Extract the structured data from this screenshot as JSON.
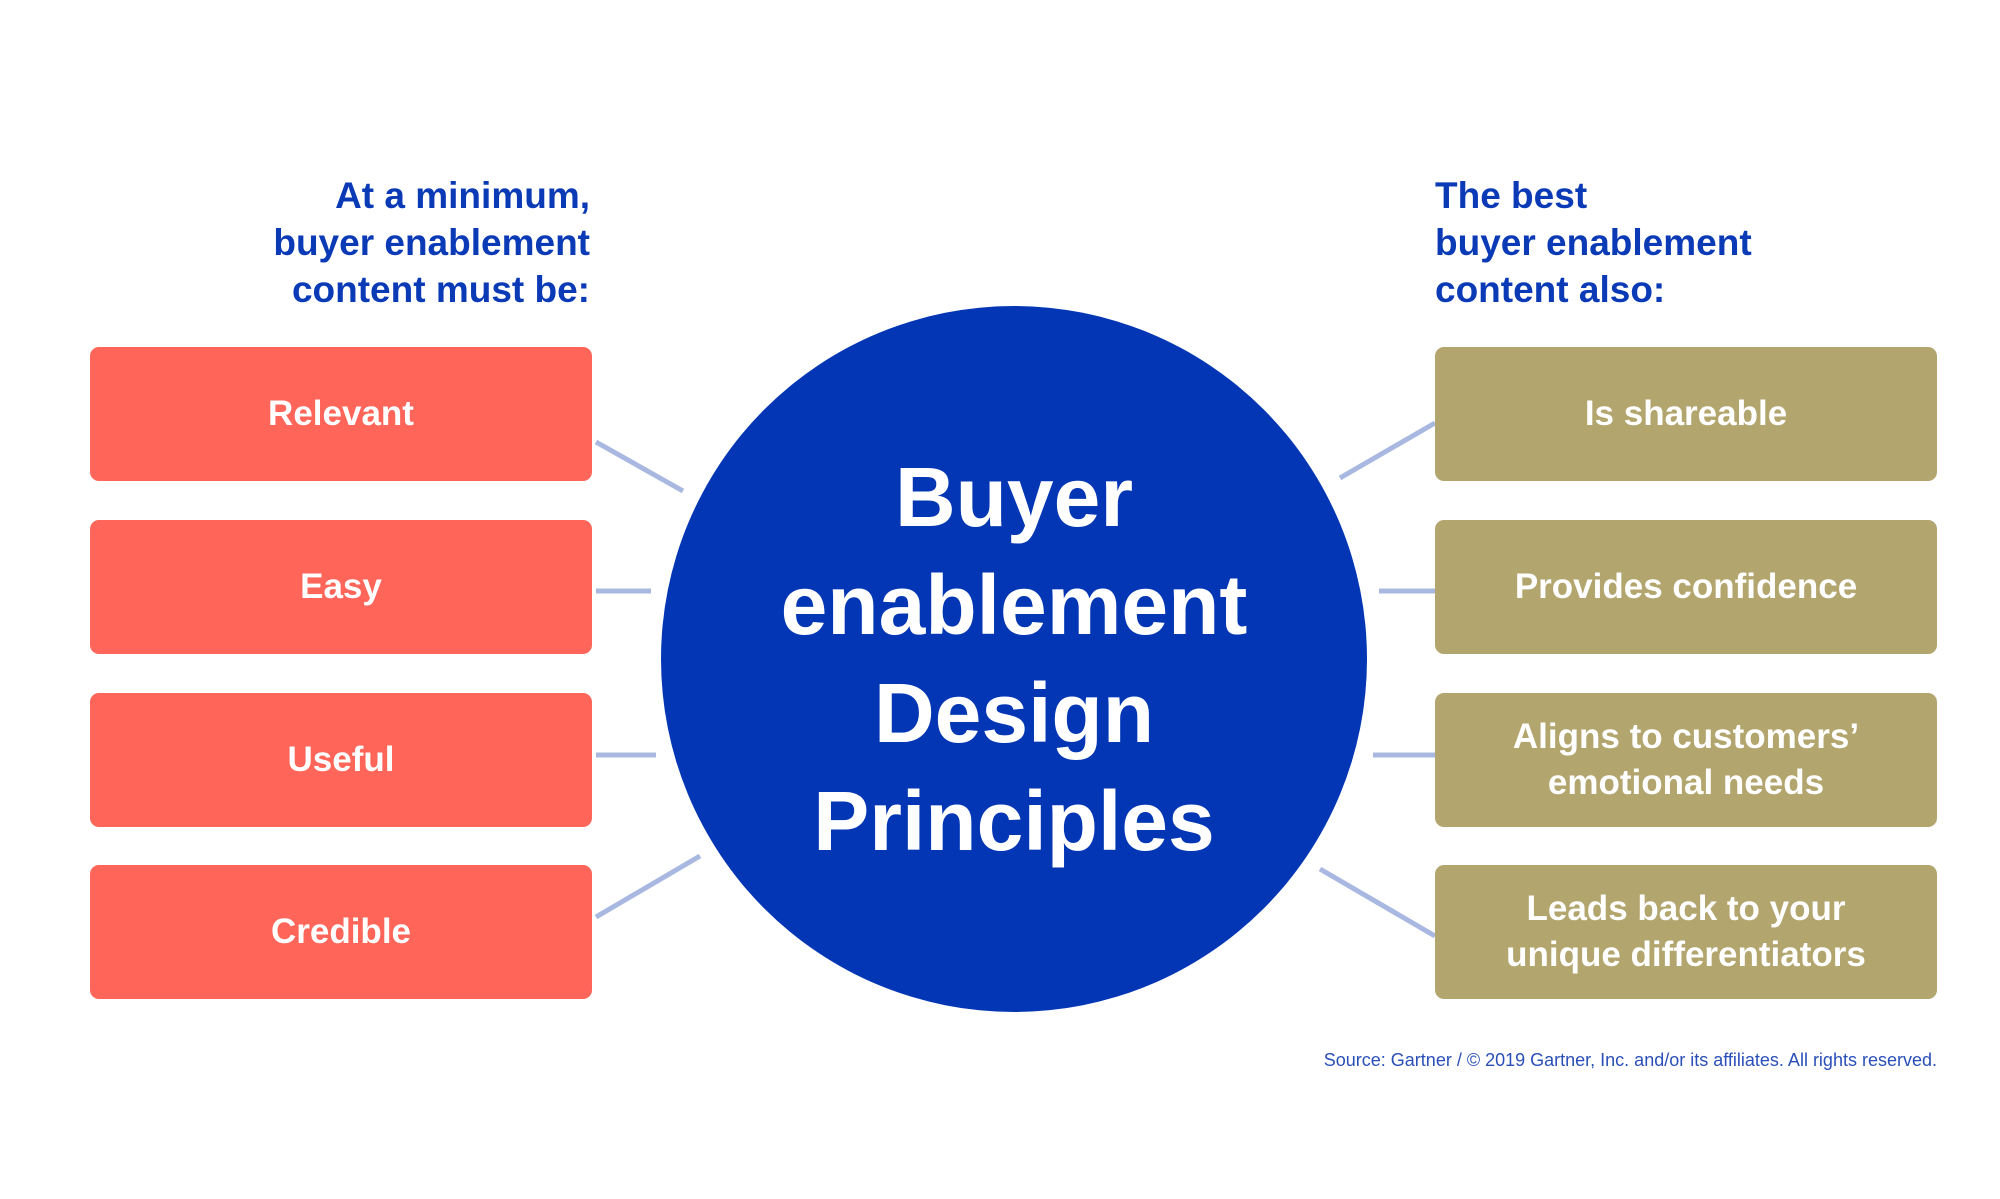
{
  "left_heading": [
    "At a minimum,",
    "buyer enablement",
    "content must be:"
  ],
  "right_heading": [
    "The best",
    "buyer enablement",
    "content also:"
  ],
  "center_title": [
    "Buyer",
    "enablement",
    "Design",
    "Principles"
  ],
  "minimum_items": [
    "Relevant",
    "Easy",
    "Useful",
    "Credible"
  ],
  "best_items": [
    [
      "Is shareable"
    ],
    [
      "Provides confidence"
    ],
    [
      "Aligns to customers’",
      "emotional needs"
    ],
    [
      "Leads back to your",
      "unique differentiators"
    ]
  ],
  "source": "Source: Gartner / © 2019 Gartner, Inc. and/or its affiliates. All rights reserved.",
  "colors": {
    "primary_blue": "#0336b4",
    "minimum_red": "#ff6659",
    "best_gold": "#b3a56e",
    "connector": "#a8b8e0"
  }
}
